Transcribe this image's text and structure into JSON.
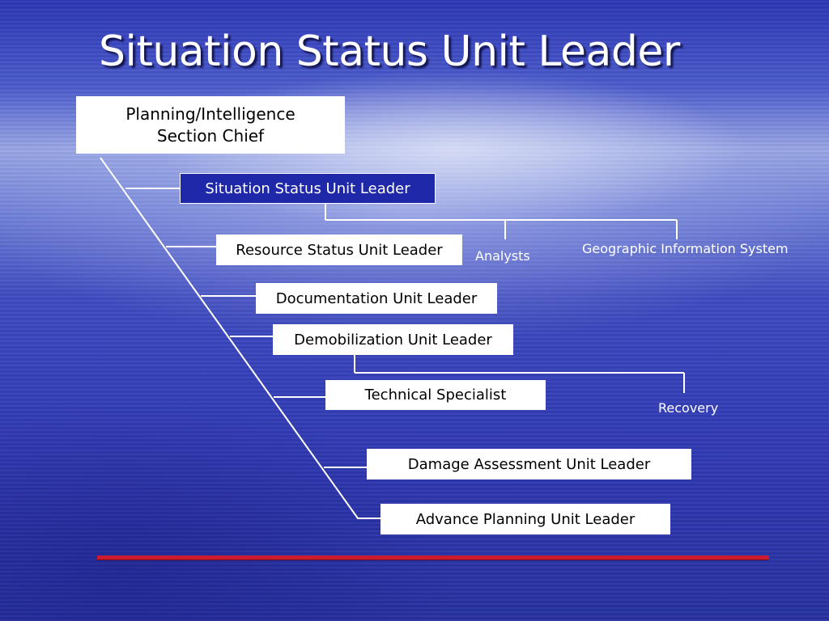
{
  "title": "Situation Status Unit Leader",
  "colors": {
    "accent_rule": "#cc1a2e",
    "highlight_box": "#1e28a8",
    "background": "#3540b8"
  },
  "chart": {
    "root": {
      "line1": "Planning/Intelligence",
      "line2": "Section Chief"
    },
    "units": [
      "Situation Status Unit Leader",
      "Resource Status Unit Leader",
      "Documentation Unit Leader",
      "Demobilization Unit Leader",
      "Technical Specialist",
      "Damage Assessment Unit Leader",
      "Advance Planning Unit Leader"
    ],
    "situation_subunits": [
      "Analysts",
      "Geographic Information System"
    ],
    "demobilization_subunits": [
      "Recovery"
    ]
  }
}
